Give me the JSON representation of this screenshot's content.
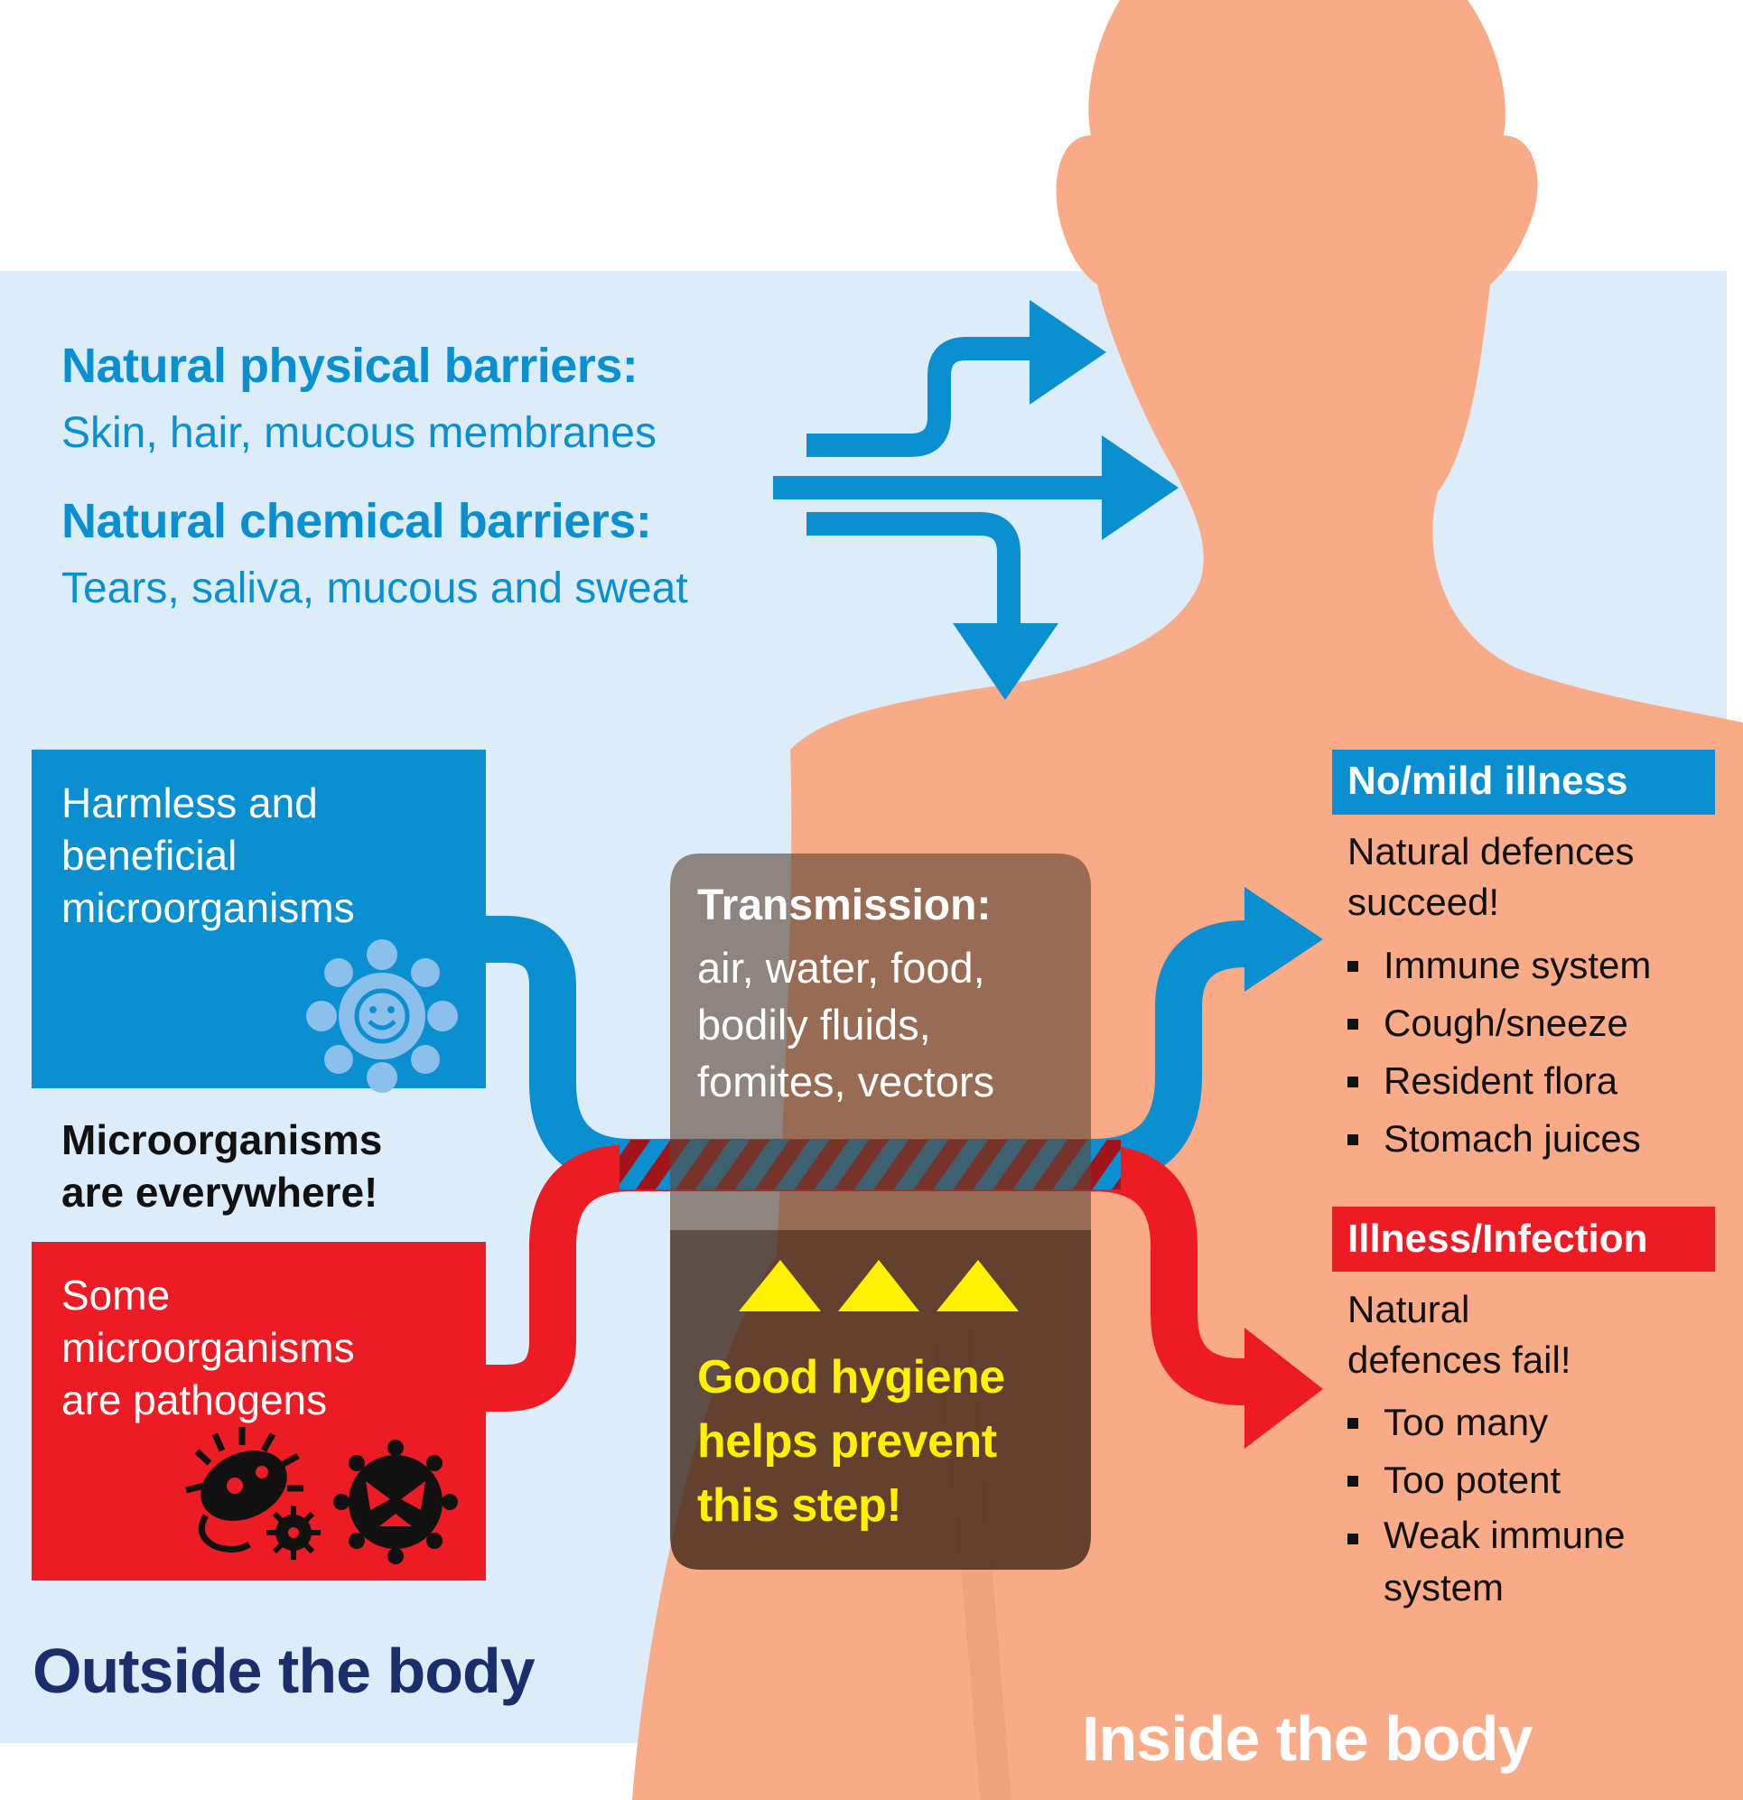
{
  "barriers": {
    "physical_title": "Natural physical barriers:",
    "physical_items": "Skin, hair, mucous membranes",
    "chemical_title": "Natural chemical barriers:",
    "chemical_items": "Tears, saliva, mucous and sweat"
  },
  "outside": {
    "harmless_box": "Harmless and\nbeneficial\nmicroorganisms",
    "everywhere": "Microorganisms\nare everywhere!",
    "pathogens_box": "Some\nmicroorganisms\nare pathogens",
    "label": "Outside the body"
  },
  "transmission": {
    "title": "Transmission:",
    "routes": "air, water, food,\nbodily fluids,\nfomites, vectors",
    "hygiene": "Good hygiene\nhelps prevent\nthis step!"
  },
  "outcomes": {
    "mild": {
      "title": "No/mild illness",
      "subtitle": "Natural defences\nsucceed!",
      "items": [
        "Immune system",
        "Cough/sneeze",
        "Resident flora",
        "Stomach juices"
      ]
    },
    "illness": {
      "title": "Illness/Infection",
      "subtitle": "Natural\ndefences fail!",
      "items": [
        "Too many",
        "Too potent",
        "Weak immune\nsystem"
      ]
    }
  },
  "inside": {
    "label": "Inside the body"
  },
  "colors": {
    "background": "#dcedf9",
    "skin": "#f8ab86",
    "blue": "#0a8fd0",
    "red": "#ed1c24",
    "navy": "#1b2d6b",
    "yellow": "#fff200",
    "transmission_panel": "#8a6e5e",
    "hygiene_panel": "#5a3e2e"
  },
  "icons": [
    "smiley-microbe-icon",
    "bacteria-icon",
    "virus-icon",
    "warning-triangle-icon"
  ]
}
